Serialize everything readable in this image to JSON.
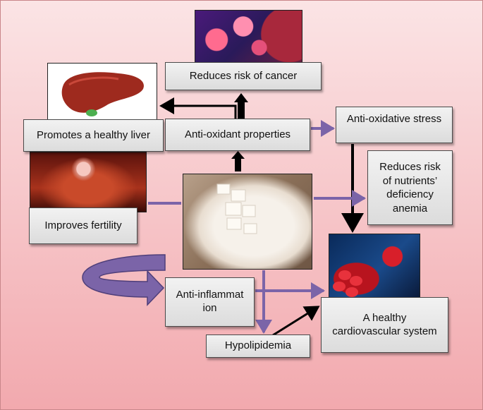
{
  "boxes": {
    "cancer": "Reduces risk of cancer",
    "liver": "Promotes a healthy liver",
    "antioxidant": "Anti-oxidant properties",
    "oxidative_stress": "Anti-oxidative stress",
    "anemia": "Reduces risk of nutrients’ deficiency anemia",
    "fertility": "Improves fertility",
    "inflammation": "Anti-inflammation",
    "cardio": "A healthy cardiovascular system",
    "hypolipidemia": "Hypolipidemia"
  },
  "colors": {
    "background_top": "#fbe4e5",
    "background_bottom": "#f2a9ae",
    "purple_arrow": "#7b64a8",
    "black_arrow": "#000000"
  },
  "images": {
    "cancer": "cancer-cells-image",
    "liver": "liver-image",
    "fertility": "sperm-egg-image",
    "center": "flour-powder-spoon-image",
    "heart": "heart-vessel-image"
  }
}
